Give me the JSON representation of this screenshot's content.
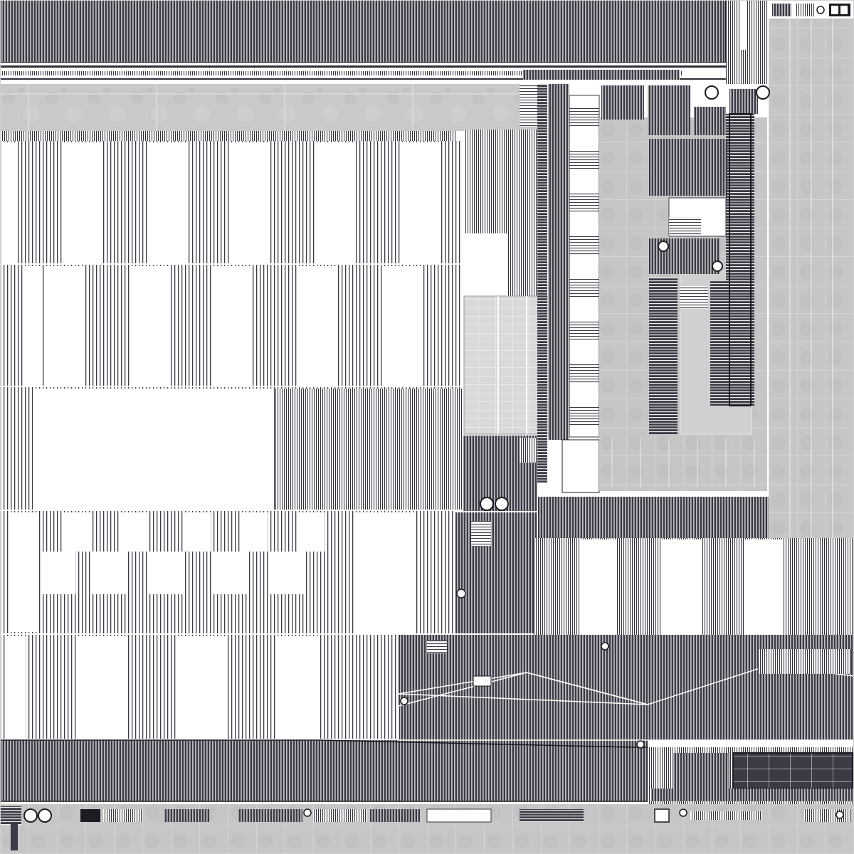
{
  "texture_atlas": {
    "colors": {
      "background": "#ffffff",
      "dark_stripe": "#3b3a45",
      "light_stripe": "#ffffff",
      "concrete": "#c9c9c9",
      "concrete_dark": "#b4b4b4",
      "outline": "#1c1c22",
      "grid_line": "#f2f2f2"
    },
    "regions": [
      {
        "name": "roof-strip-top",
        "pattern": "dark-vertical-stripes"
      },
      {
        "name": "trim-strip-top",
        "pattern": "thin-horizontal-lines"
      },
      {
        "name": "concrete-band-top",
        "pattern": "concrete"
      },
      {
        "name": "wall-panels-row-1",
        "pattern": "vertical-stripes-with-blank-panels"
      },
      {
        "name": "wall-panels-row-2",
        "pattern": "vertical-stripes-with-blank-panels"
      },
      {
        "name": "wall-panels-row-3",
        "pattern": "vertical-stripes-with-blank-panels"
      },
      {
        "name": "wall-panels-row-4",
        "pattern": "vertical-stripes-with-blank-panels"
      },
      {
        "name": "wall-panels-row-5",
        "pattern": "vertical-stripes-with-blank-panels"
      },
      {
        "name": "roof-strip-bottom",
        "pattern": "dark-vertical-stripes"
      },
      {
        "name": "concrete-band-bottom",
        "pattern": "concrete-with-grid"
      },
      {
        "name": "concrete-column-right",
        "pattern": "concrete"
      },
      {
        "name": "concrete-yard",
        "pattern": "concrete-with-grid"
      },
      {
        "name": "checker-column",
        "pattern": "white-gray-checker"
      },
      {
        "name": "window-grid-panel",
        "pattern": "gray-grid"
      },
      {
        "name": "roof-cluster-mid-right",
        "pattern": "dark-stripes-with-white-panels"
      },
      {
        "name": "roof-cluster-lower-right",
        "pattern": "dark-gabled-roofs"
      },
      {
        "name": "dark-window-panel",
        "pattern": "dark-grid"
      }
    ]
  }
}
